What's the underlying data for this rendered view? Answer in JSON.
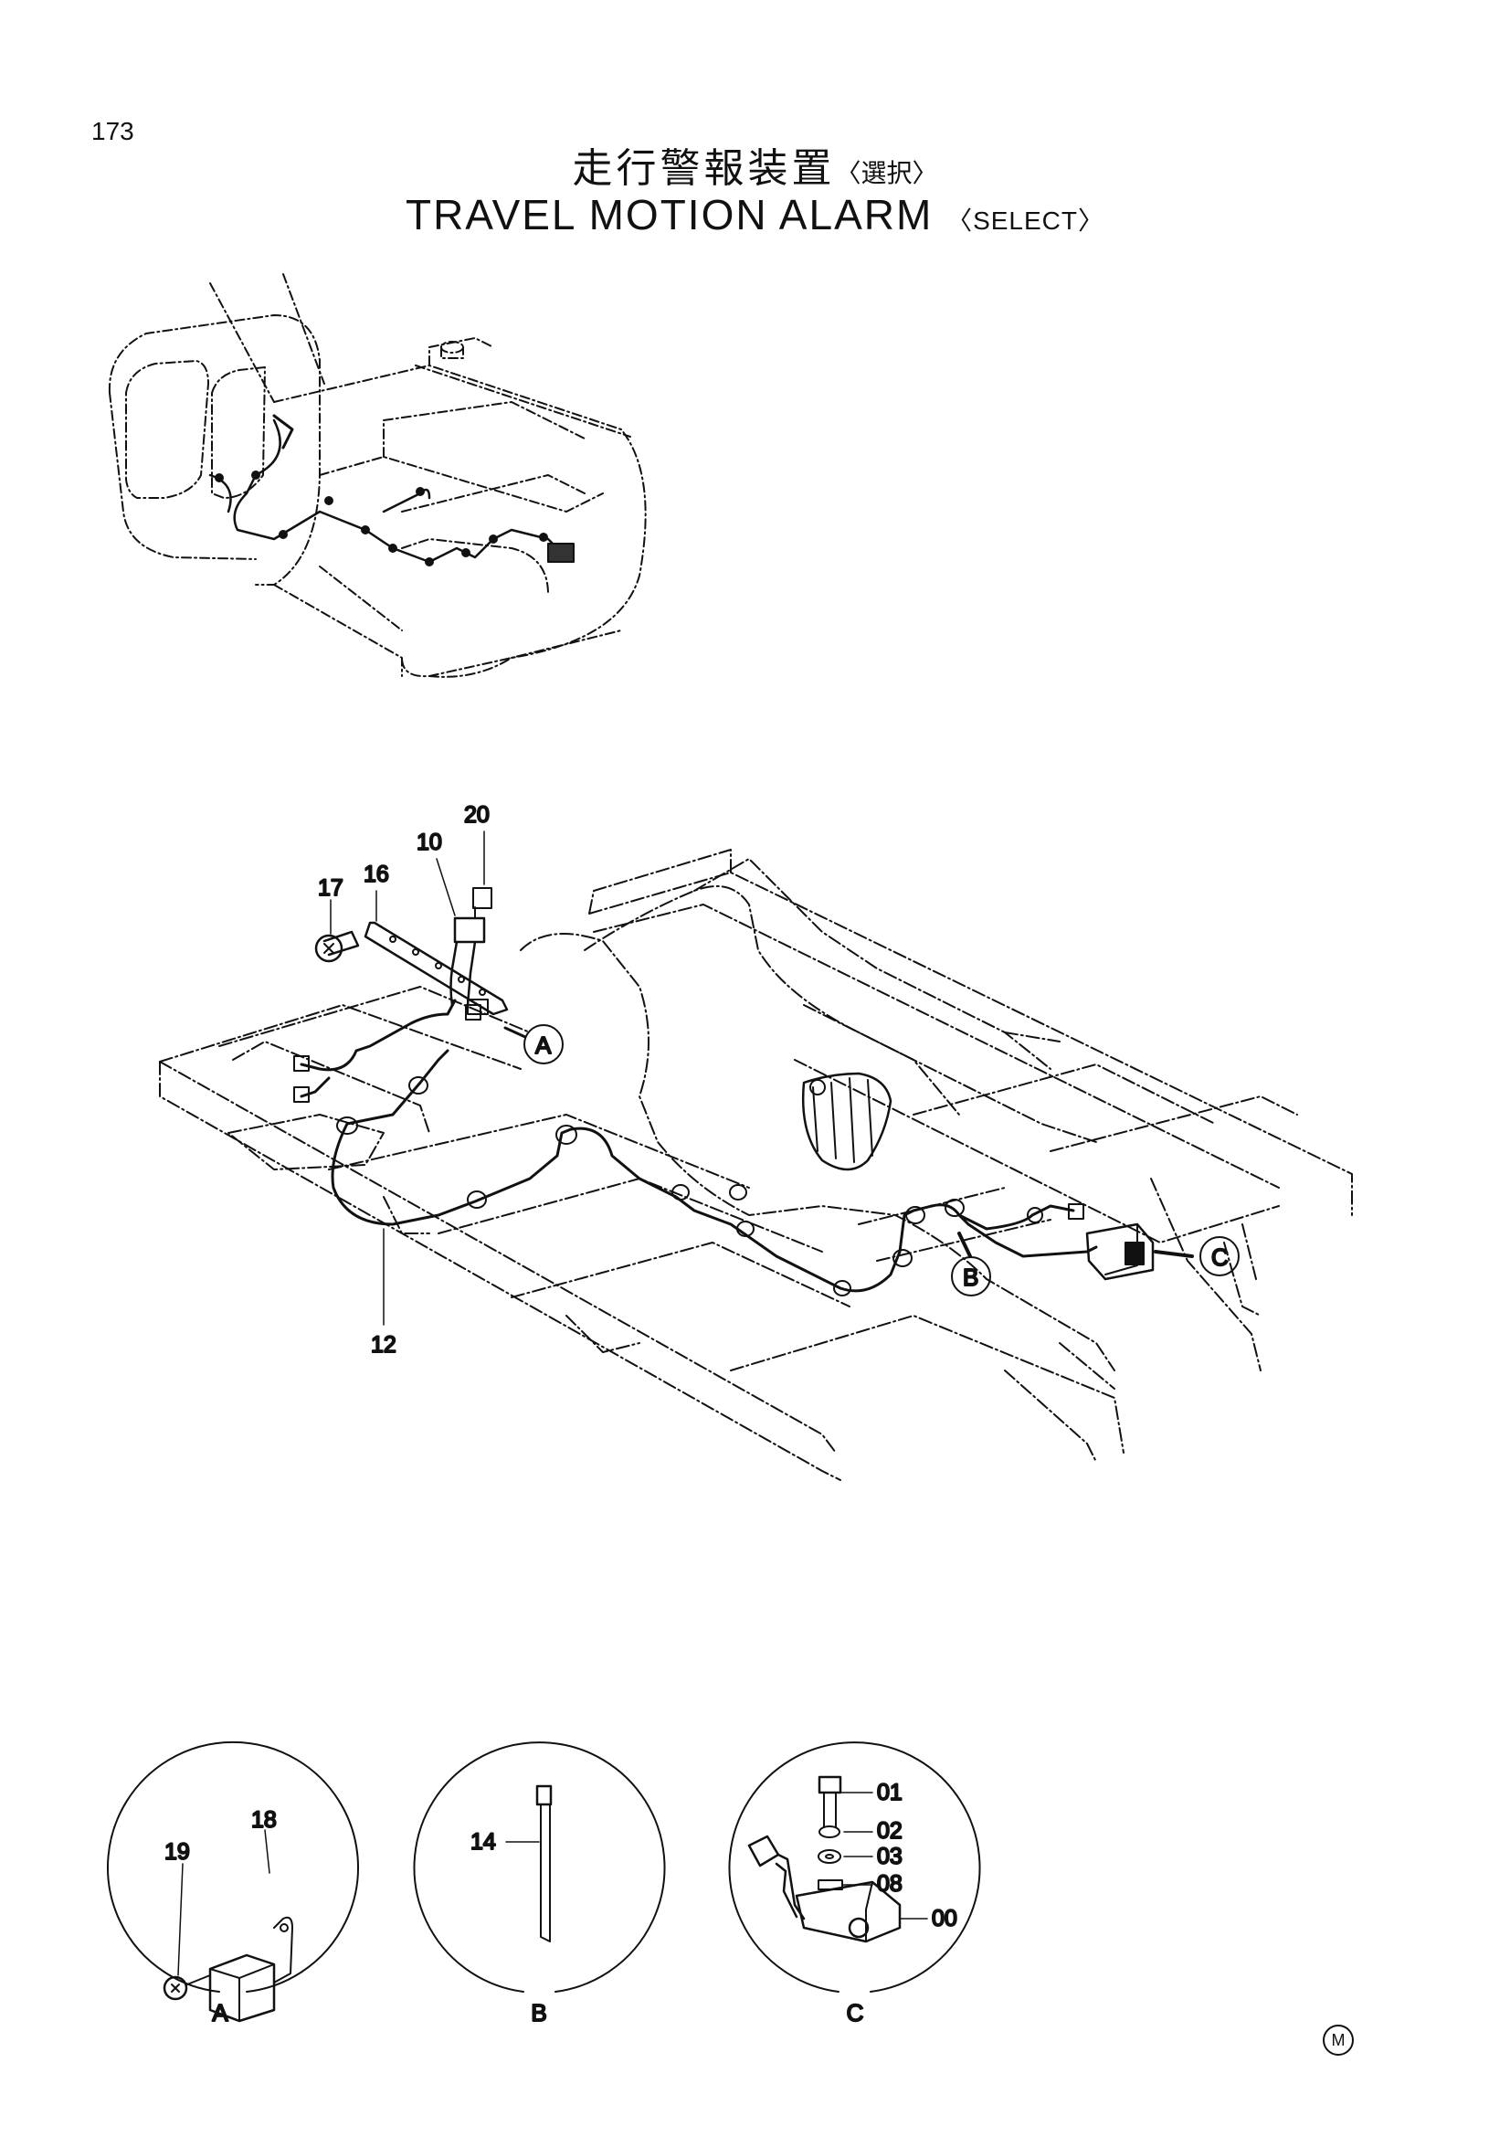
{
  "page_number": "173",
  "title_jp": "走行警報装置",
  "title_jp_select": "〈選択〉",
  "title_en": "TRAVEL MOTION ALARM",
  "title_en_select": "〈SELECT〉",
  "part_labels": {
    "p20": "20",
    "p10": "10",
    "p16": "16",
    "p17": "17",
    "p12": "12",
    "p18": "18",
    "p19": "19",
    "p14": "14",
    "p01": "01",
    "p02": "02",
    "p03": "03",
    "p08": "08",
    "p00": "00"
  },
  "callouts": {
    "a": "A",
    "b": "B",
    "c": "C"
  },
  "detail_labels": {
    "a": "A",
    "b": "B",
    "c": "C"
  },
  "corner_mark": "M"
}
